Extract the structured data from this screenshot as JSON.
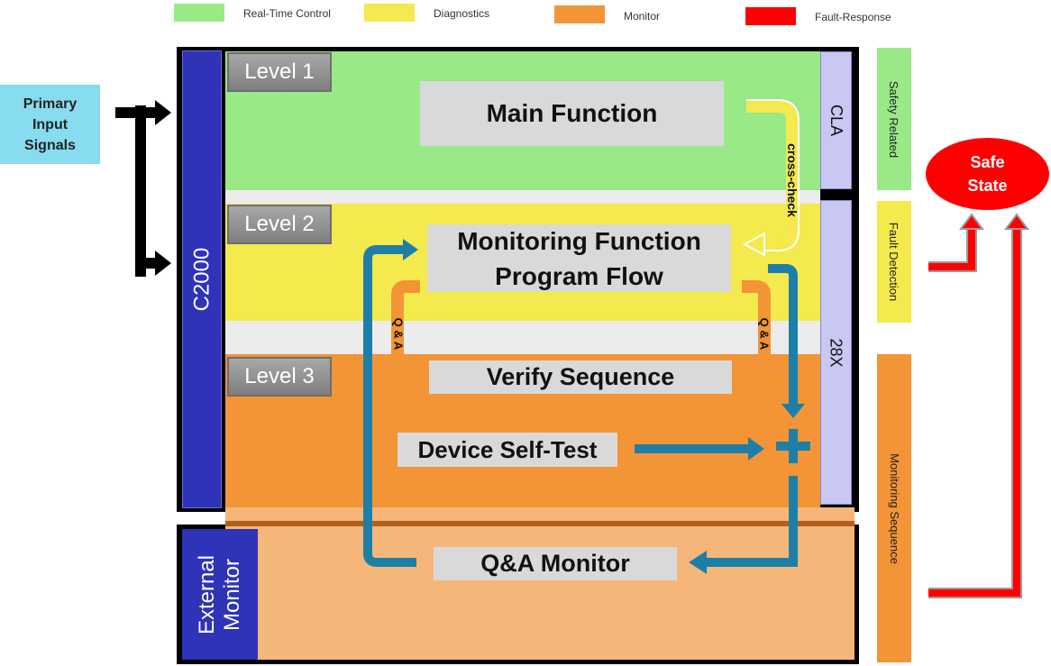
{
  "legend": [
    {
      "label": "Real-Time Control",
      "color": "#99e986"
    },
    {
      "label": "Diagnostics",
      "color": "#f4e94d"
    },
    {
      "label": "Monitor",
      "color": "#f39437"
    },
    {
      "label": "Fault-Response",
      "color": "#ff0000"
    }
  ],
  "input": {
    "label": "Primary\nInput\nSignals",
    "color": "#87dcef"
  },
  "c2000": {
    "label": "C2000"
  },
  "external_monitor": {
    "label": "External\nMonitor"
  },
  "levels": [
    "Level 1",
    "Level 2",
    "Level 3"
  ],
  "functions": {
    "main": "Main Function",
    "monitoring": "Monitoring Function\nProgram Flow",
    "verify": "Verify Sequence",
    "self_test": "Device Self-Test",
    "qa_monitor": "Q&A Monitor"
  },
  "side_bars": {
    "cla": "CLA",
    "x28": "28X"
  },
  "annotations": {
    "cross_check": "cross-check",
    "qa_left": "Q & A",
    "qa_right": "Q & A",
    "plus": "+"
  },
  "right_labels": {
    "safety_related": "Safety Related",
    "fault_detection": "Fault Detection",
    "monitoring_sequence": "Monitoring Sequence"
  },
  "safe_state": "Safe\nState",
  "colors": {
    "realtime": "#99e986",
    "diagnostics": "#f4e94d",
    "monitor": "#f39437",
    "monitor_light": "#f5b67a",
    "fault": "#ff0000",
    "c2000_blue": "#2e33b8",
    "processor_lavender": "#c8c8f2",
    "flow_arrow": "#1d7fa8"
  }
}
